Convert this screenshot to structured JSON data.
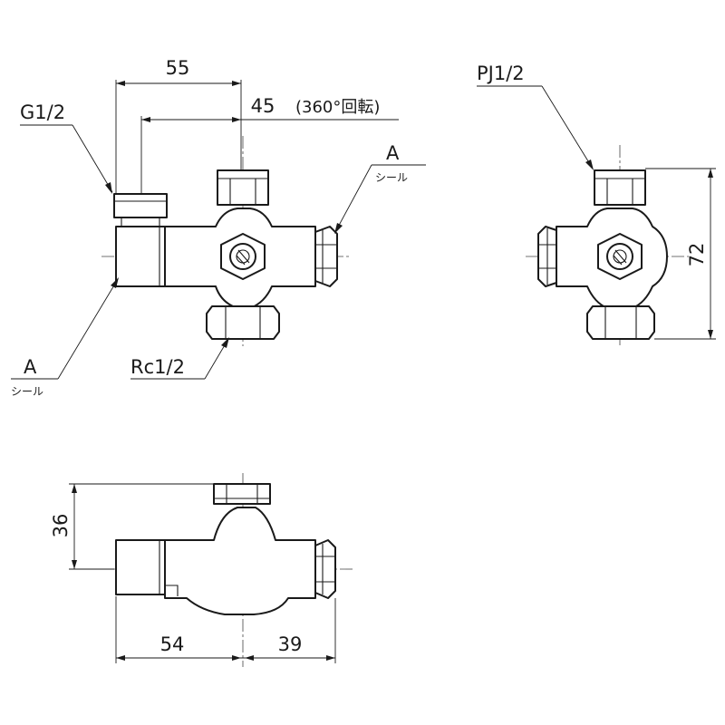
{
  "labels": {
    "dim_55": "55",
    "dim_45": "45",
    "dim_45_note": "(360°回転)",
    "thread_g12": "G1/2",
    "seal_a_right": "A",
    "seal_a_right_note": "シール",
    "seal_a_left": "A",
    "seal_a_left_note": "シール",
    "thread_rc12": "Rc1/2",
    "thread_pj12": "PJ1/2",
    "dim_72": "72",
    "dim_36": "36",
    "dim_54": "54",
    "dim_39": "39"
  }
}
